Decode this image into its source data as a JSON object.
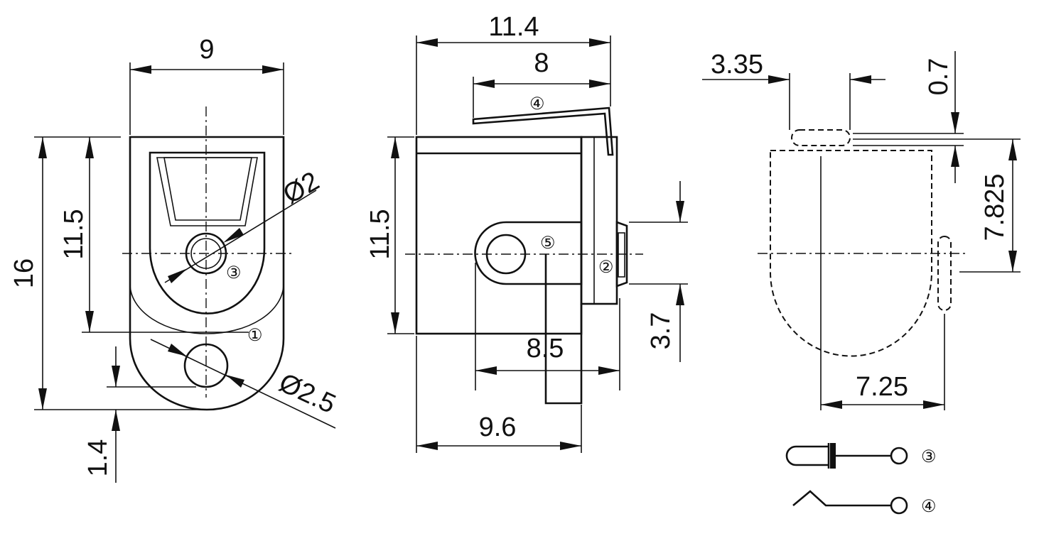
{
  "dimensions": {
    "front_width": "9",
    "front_height_total": "16",
    "front_height_upper": "11.5",
    "front_hole_small_dia": "Ø2",
    "front_hole_large_dia": "Ø2.5",
    "front_bottom_offset": "1.4",
    "side_total_width": "11.4",
    "side_spring_width": "8",
    "side_height": "11.5",
    "side_lower_width": "8.5",
    "side_bottom_width": "9.6",
    "side_clip_height": "3.7",
    "right_offset": "3.35",
    "right_thickness": "0.7",
    "right_height": "7.825",
    "right_width": "7.25"
  },
  "callouts": {
    "c1": "①",
    "c2": "②",
    "c3": "③",
    "c4": "④",
    "c5": "⑤"
  },
  "legend": [
    {
      "label": "③",
      "symbol": "pin-terminal-icon"
    },
    {
      "label": "④",
      "symbol": "spring-terminal-icon"
    }
  ]
}
